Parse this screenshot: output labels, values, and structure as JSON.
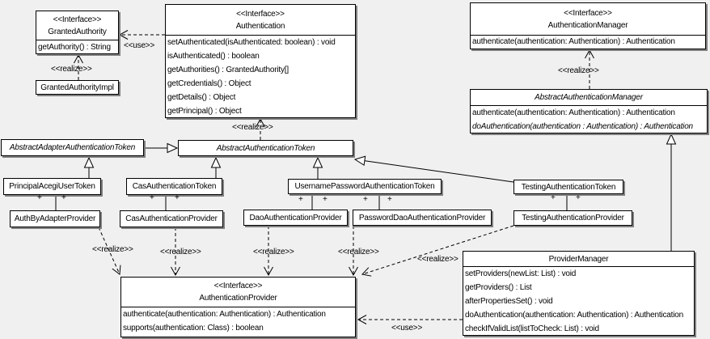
{
  "diagram": {
    "labels": {
      "use": "<<use>>",
      "realize": "<<realize>>",
      "plus": "+"
    },
    "colors": {
      "background": "#f0f0f0",
      "box_fill": "#ffffff",
      "line": "#000000",
      "shadow": "#808080"
    },
    "classes": {
      "granted_authority": {
        "stereotype": "<<Interface>>",
        "name": "GrantedAuthority",
        "methods": [
          "getAuthority() : String"
        ]
      },
      "granted_authority_impl": {
        "name": "GrantedAuthorityImpl"
      },
      "authentication": {
        "stereotype": "<<Interface>>",
        "name": "Authentication",
        "methods": [
          "setAuthenticated(isAuthenticated: boolean) : void",
          "isAuthenticated() : boolean",
          "getAuthorities() : GrantedAuthority[]",
          "getCredentials() : Object",
          "getDetails() : Object",
          "getPrincipal() : Object"
        ]
      },
      "authentication_manager": {
        "stereotype": "<<Interface>>",
        "name": "AuthenticationManager",
        "methods": [
          "authenticate(authentication: Authentication) : Authentication"
        ]
      },
      "abstract_authentication_manager": {
        "name": "AbstractAuthenticationManager",
        "methods": [
          "authenticate(authentication: Authentication) : Authentication",
          "doAuthentication(authentication : Authentication) : Authentication"
        ]
      },
      "abstract_adapter_authentication_token": {
        "name": "AbstractAdapterAuthenticationToken"
      },
      "abstract_authentication_token": {
        "name": "AbstractAuthenticationToken"
      },
      "principal_acegi_user_token": {
        "name": "PrincipalAcegiUserToken"
      },
      "auth_by_adapter_provider": {
        "name": "AuthByAdapterProvider"
      },
      "cas_authentication_token": {
        "name": "CasAuthenticationToken"
      },
      "cas_authentication_provider": {
        "name": "CasAuthenticationProvider"
      },
      "username_password_authentication_token": {
        "name": "UsernamePasswordAuthenticationToken"
      },
      "dao_authentication_provider": {
        "name": "DaoAuthenticationProvider"
      },
      "password_dao_authentication_provider": {
        "name": "PasswordDaoAuthenticationProvider"
      },
      "testing_authentication_token": {
        "name": "TestingAuthenticationToken"
      },
      "testing_authentication_provider": {
        "name": "TestingAuthenticationProvider"
      },
      "provider_manager": {
        "name": "ProviderManager",
        "methods": [
          "setProviders(newList: List) : void",
          "getProviders() : List",
          "afterPropertiesSet() : void",
          "doAuthentication(authentication: Authentication) : Authentication",
          "checkIfValidList(listToCheck: List) : void"
        ]
      },
      "authentication_provider": {
        "stereotype": "<<Interface>>",
        "name": "AuthenticationProvider",
        "methods": [
          "authenticate(authentication: Authentication) : Authentication",
          "supports(authentication: Class) : boolean"
        ]
      }
    }
  }
}
